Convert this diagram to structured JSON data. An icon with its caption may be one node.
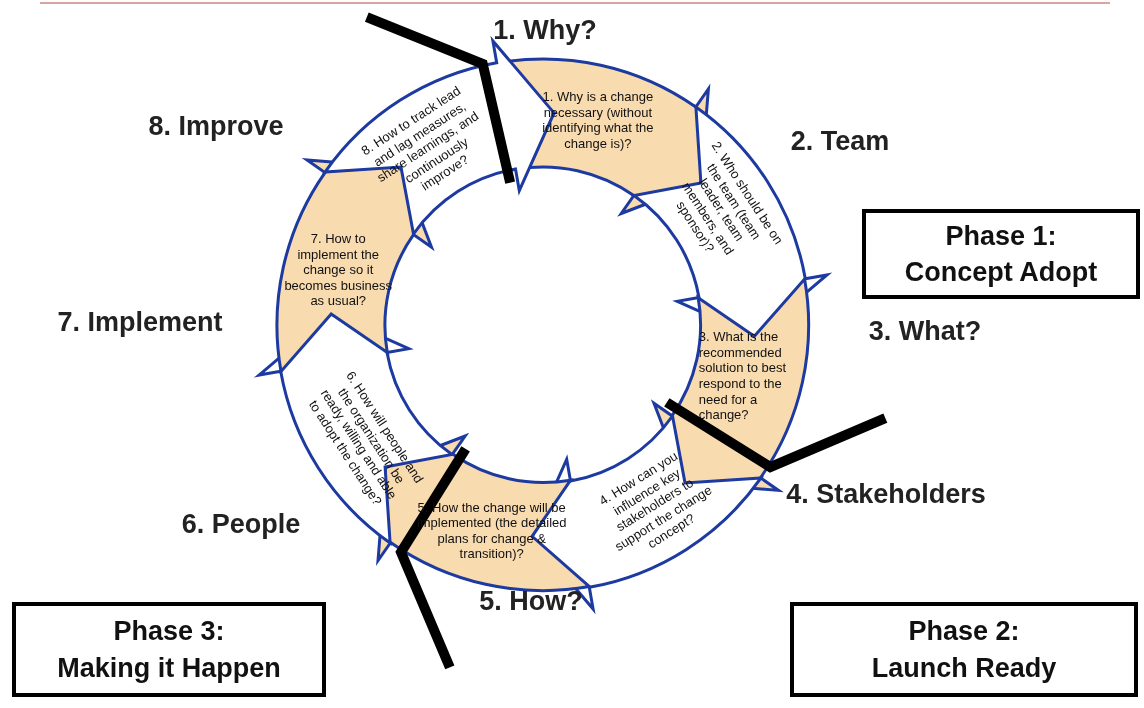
{
  "diagram": {
    "nodes": [
      {
        "text": [
          "1. Why is a change necessary (without identifying what the change is)?"
        ]
      },
      {
        "text": [
          "2. Who should be on the team (team leader, team members, and sponsor)?"
        ]
      },
      {
        "text": [
          "3. What is the recommended solution to best respond to the need for a change?"
        ]
      },
      {
        "text": [
          "4. How can you influence key stakeholders to support the change concept?"
        ]
      },
      {
        "text": [
          "5. How the change will be implemented (the detailed plans for change & transition)?"
        ]
      },
      {
        "text": [
          "6. How will people and the organization be ready, willing and able to adopt the change?"
        ]
      },
      {
        "text": [
          "7. How to implement the change so it becomes business as usual?"
        ]
      },
      {
        "text": [
          "8. How to track lead and lag measures, share learnings, and continuously improve?"
        ]
      },
      {
        "text": [
          "Phase 1:",
          "Concept Adopt"
        ]
      },
      {
        "text": [
          "Phase 2:",
          "Launch Ready"
        ]
      },
      {
        "text": [
          "Phase 3:",
          "Making it Happen"
        ]
      }
    ],
    "labels": [
      "1. Why?",
      "8. Improve",
      "2. Team",
      "3. What?",
      "7. Implement",
      "4. Stakeholders",
      "6. People",
      "5. How?"
    ]
  }
}
